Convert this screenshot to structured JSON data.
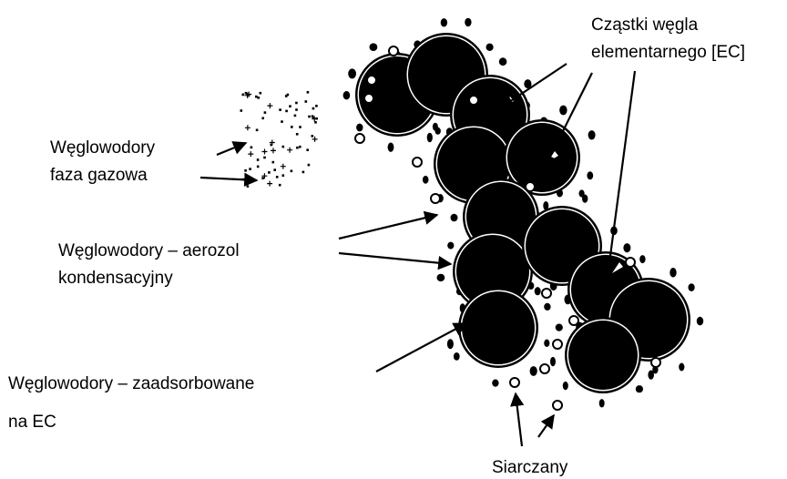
{
  "labels": {
    "ec_line1": "Cząstki węgla",
    "ec_line2": "elementarnego [EC]",
    "gas_line1": "Węglowodory",
    "gas_line2": "faza gazowa",
    "cond_line1": "Węglowodory – aerozol",
    "cond_line2": "kondensacyjny",
    "ads_line1": "Węglowodory – zaadsorbowane",
    "ads_line2": "na EC",
    "sulfate": "Siarczany"
  },
  "colors": {
    "ink": "#000000",
    "background": "#ffffff"
  }
}
